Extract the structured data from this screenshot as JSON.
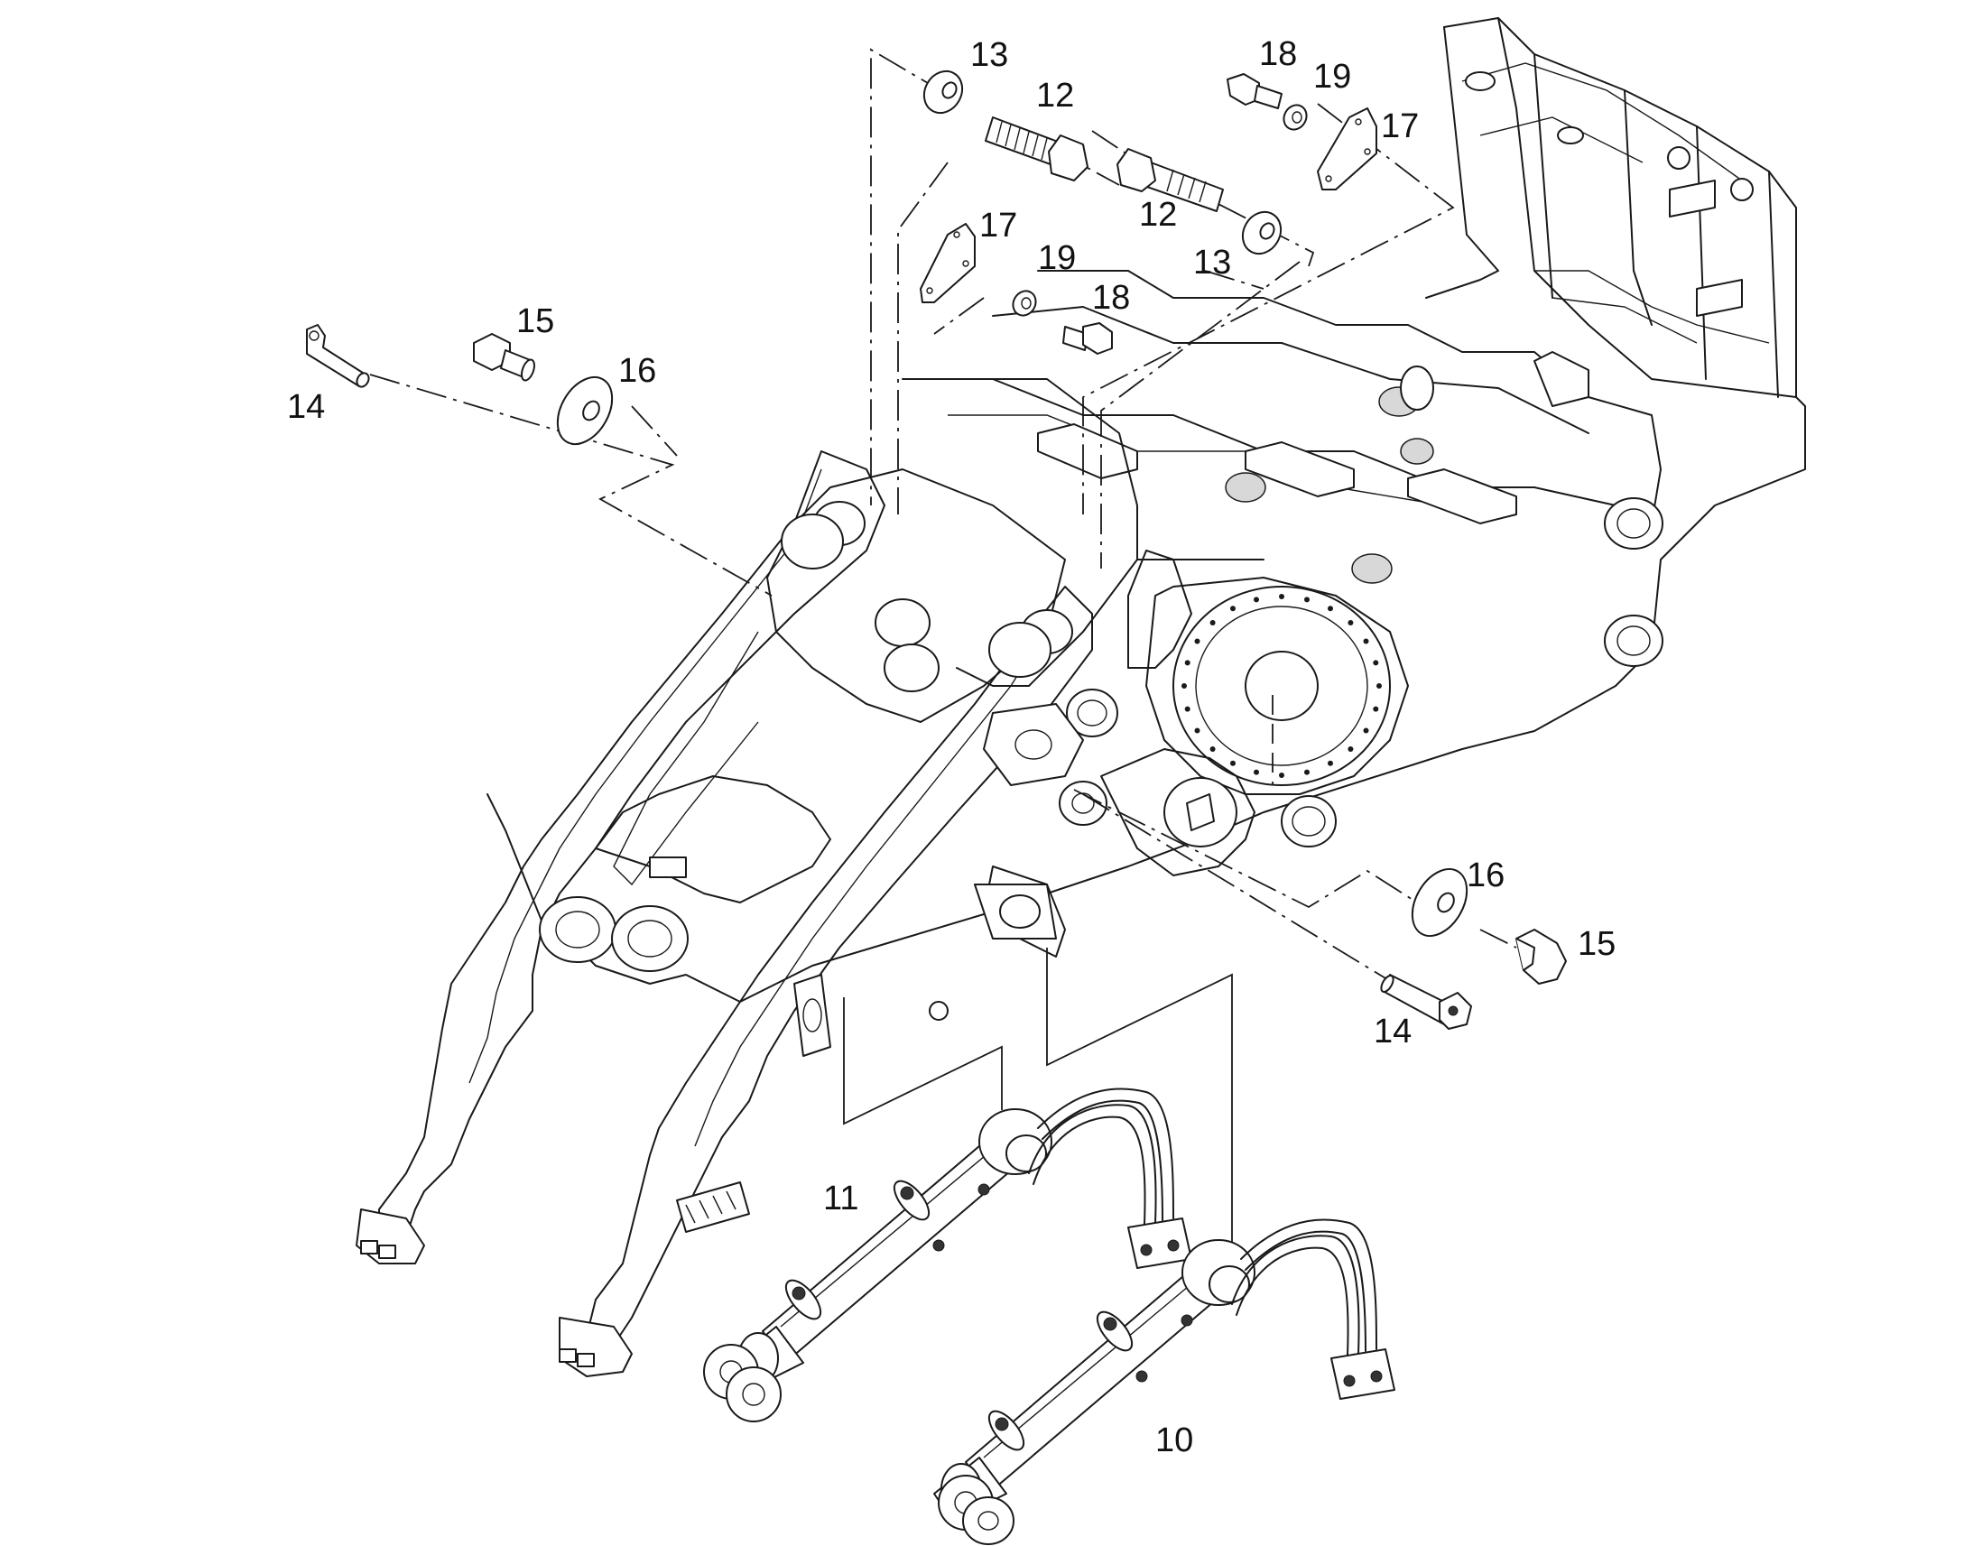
{
  "callouts": [
    {
      "id": "c13a",
      "text": "13"
    },
    {
      "id": "c12a",
      "text": "12"
    },
    {
      "id": "c18a",
      "text": "18"
    },
    {
      "id": "c19a",
      "text": "19"
    },
    {
      "id": "c17a",
      "text": "17"
    },
    {
      "id": "c17b",
      "text": "17"
    },
    {
      "id": "c19b",
      "text": "19"
    },
    {
      "id": "c18b",
      "text": "18"
    },
    {
      "id": "c12b",
      "text": "12"
    },
    {
      "id": "c13b",
      "text": "13"
    },
    {
      "id": "c15a",
      "text": "15"
    },
    {
      "id": "c16a",
      "text": "16"
    },
    {
      "id": "c14a",
      "text": "14"
    },
    {
      "id": "c16b",
      "text": "16"
    },
    {
      "id": "c15b",
      "text": "15"
    },
    {
      "id": "c14b",
      "text": "14"
    },
    {
      "id": "c11",
      "text": "11"
    },
    {
      "id": "c10",
      "text": "10"
    }
  ]
}
